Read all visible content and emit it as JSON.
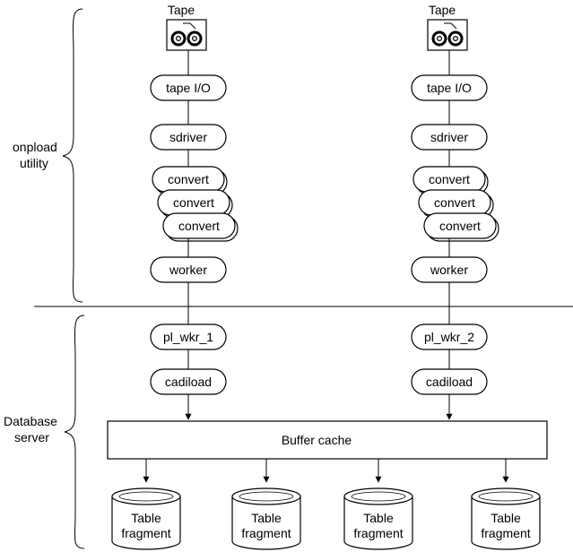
{
  "labels": {
    "onpload_utility": [
      "onpload",
      "utility"
    ],
    "database_server": [
      "Database",
      "server"
    ],
    "buffer_cache": "Buffer cache"
  },
  "pipelines": [
    {
      "tape": "Tape",
      "tape_io": "tape I/O",
      "sdriver": "sdriver",
      "converts": [
        "convert",
        "convert",
        "convert"
      ],
      "worker": "worker",
      "pl_wkr": "pl_wkr_1",
      "cadiload": "cadiload"
    },
    {
      "tape": "Tape",
      "tape_io": "tape I/O",
      "sdriver": "sdriver",
      "converts": [
        "convert",
        "convert",
        "convert"
      ],
      "worker": "worker",
      "pl_wkr": "pl_wkr_2",
      "cadiload": "cadiload"
    }
  ],
  "fragments": [
    [
      "Table",
      "fragment"
    ],
    [
      "Table",
      "fragment"
    ],
    [
      "Table",
      "fragment"
    ],
    [
      "Table",
      "fragment"
    ]
  ],
  "icons": {
    "tape": "tape-reel-icon",
    "disk": "cylinder-disk-icon"
  }
}
